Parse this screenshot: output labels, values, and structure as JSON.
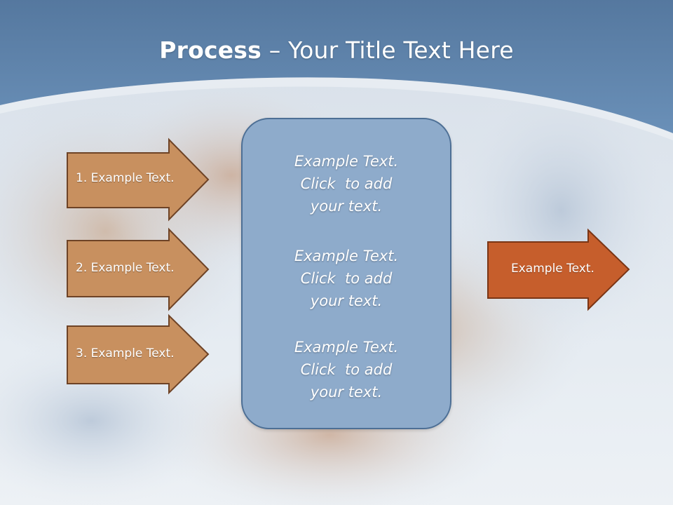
{
  "slide": {
    "title_bold": "Process",
    "title_dash": " – ",
    "title_rest": "Your Title Text Here"
  },
  "left_arrows": [
    {
      "label": "1. Example Text."
    },
    {
      "label": "2. Example Text."
    },
    {
      "label": "3. Example Text."
    }
  ],
  "center_box": {
    "blocks": [
      {
        "line1": "Example Text.",
        "line2": "Click  to add",
        "line3": "your text."
      },
      {
        "line1": "Example Text.",
        "line2": "Click  to add",
        "line3": "your text."
      },
      {
        "line1": "Example Text.",
        "line2": "Click  to add",
        "line3": "your text."
      }
    ]
  },
  "right_arrow": {
    "label": "Example Text."
  },
  "colors": {
    "header_blue": "#5f87b3",
    "left_arrow_fill": "#c8905f",
    "left_arrow_stroke": "#6e4326",
    "right_arrow_fill": "#c65e2c",
    "right_arrow_stroke": "#7a3515",
    "center_fill": "#8eabcb",
    "center_stroke": "#4d6f95"
  }
}
